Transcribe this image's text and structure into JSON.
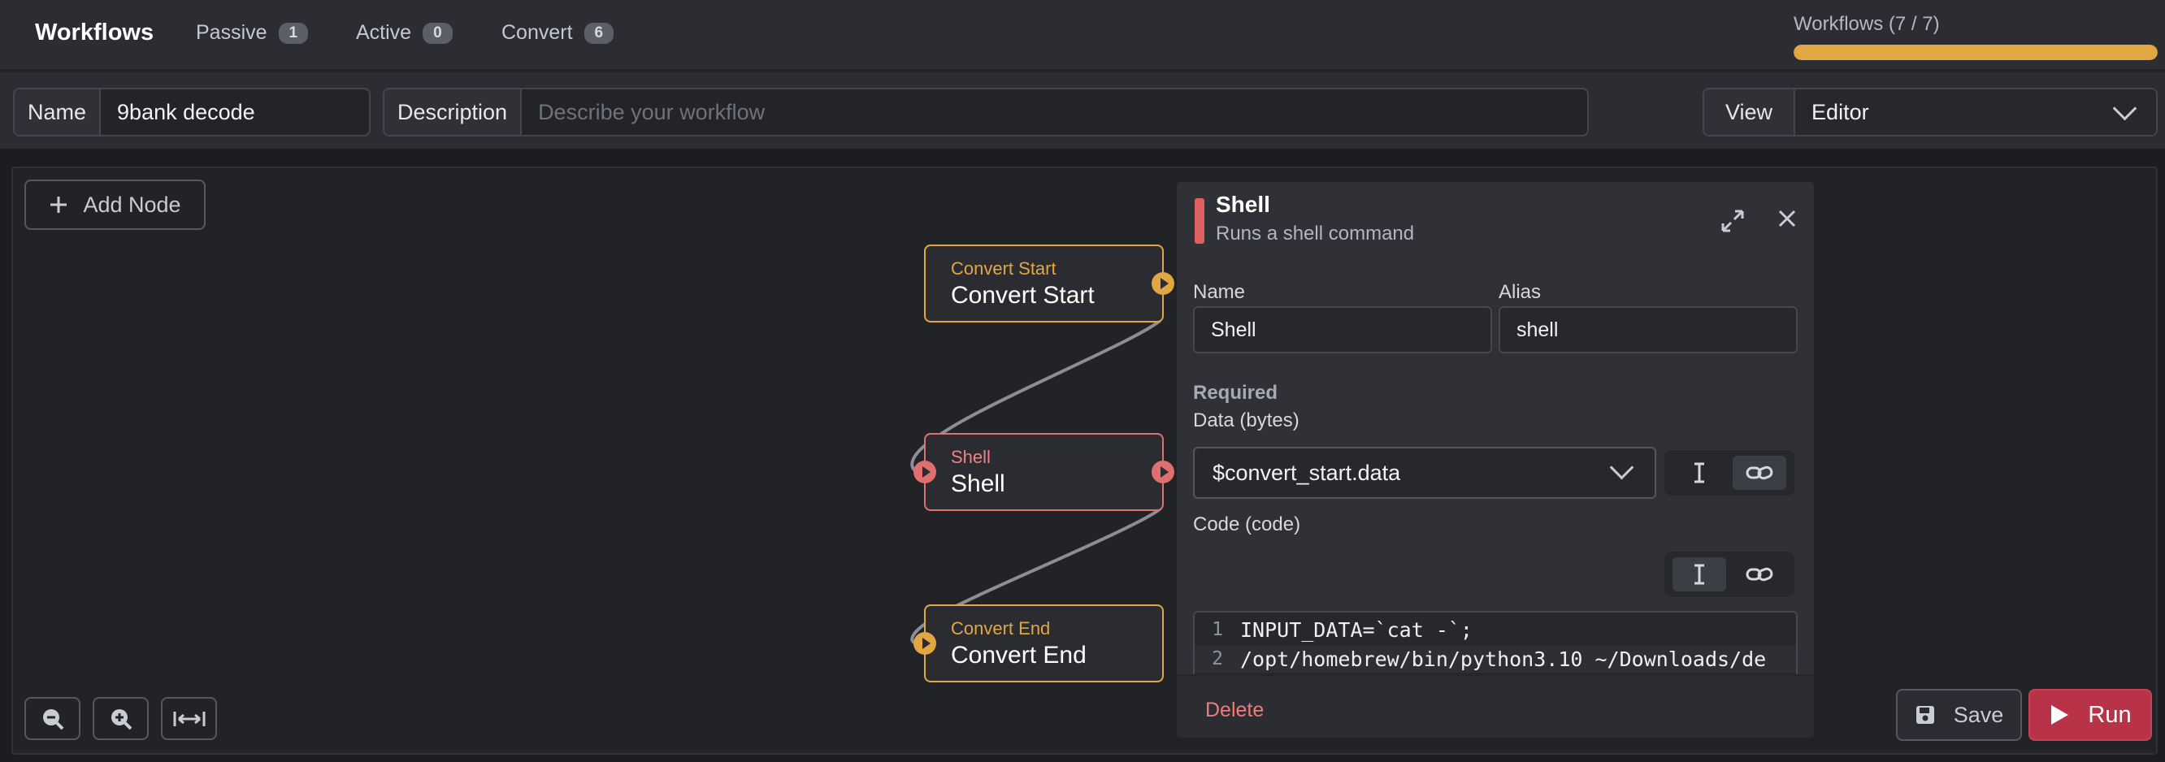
{
  "header": {
    "title": "Workflows",
    "tabs": [
      {
        "label": "Passive",
        "count": "1"
      },
      {
        "label": "Active",
        "count": "0"
      },
      {
        "label": "Convert",
        "count": "6"
      }
    ],
    "progress": {
      "label": "Workflows (7 / 7)",
      "fraction": 1.0
    }
  },
  "workflow": {
    "name_label": "Name",
    "name_value": "9bank decode",
    "description_label": "Description",
    "description_placeholder": "Describe your workflow",
    "view_label": "View",
    "view_value": "Editor"
  },
  "canvas": {
    "add_node_label": "Add Node",
    "nodes": [
      {
        "type": "Convert Start",
        "name": "Convert Start"
      },
      {
        "type": "Shell",
        "name": "Shell"
      },
      {
        "type": "Convert End",
        "name": "Convert End"
      }
    ]
  },
  "panel": {
    "title": "Shell",
    "subtitle": "Runs a shell command",
    "name_label": "Name",
    "name_value": "Shell",
    "alias_label": "Alias",
    "alias_value": "shell",
    "required_label": "Required",
    "data_label": "Data (bytes)",
    "data_value": "$convert_start.data",
    "code_label": "Code (code)",
    "code_lines": [
      {
        "n": "1",
        "text": "INPUT_DATA=`cat -`;"
      },
      {
        "n": "2",
        "text": "/opt/homebrew/bin/python3.10 ~/Downloads/de"
      }
    ],
    "delete_label": "Delete"
  },
  "actions": {
    "save_label": "Save",
    "run_label": "Run"
  },
  "colors": {
    "accent": "#e0a742",
    "shell": "#e07070",
    "run": "#b83248"
  }
}
